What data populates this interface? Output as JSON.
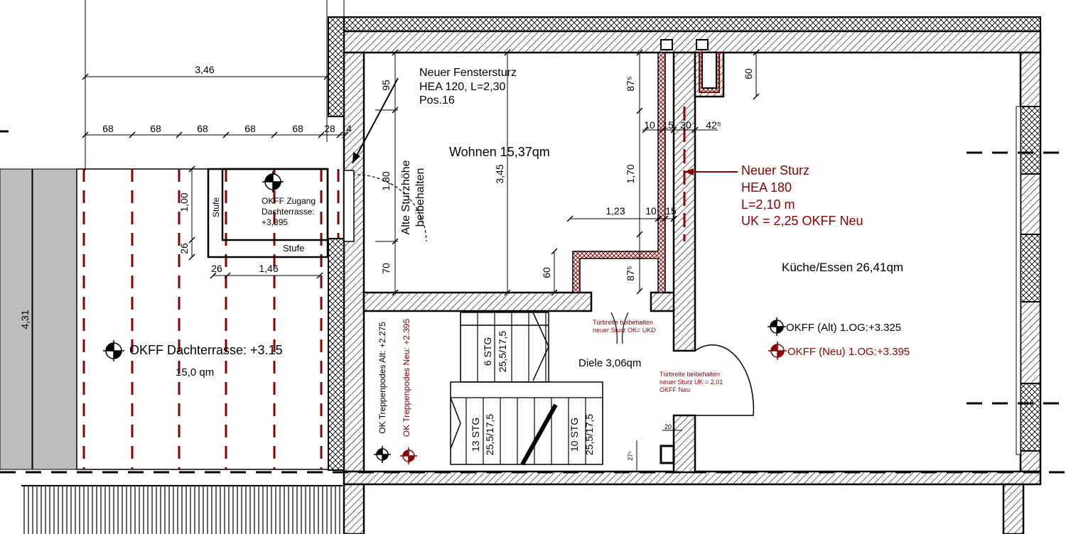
{
  "dimensions": {
    "top_width": "3,46",
    "bays": [
      "68",
      "68",
      "68",
      "68",
      "68",
      "28",
      "4"
    ],
    "terrace_depth": "4,31",
    "window_95": "95",
    "window_180": "1,80",
    "window_70": "70",
    "room_345": "3,45",
    "step_100": "1,00",
    "step_26_v": "26",
    "step_26_h": "26",
    "step_146": "1,46",
    "wall_87_top": "87⁵",
    "wall_87_bottom": "87⁵",
    "d_170": "1,70",
    "d_10a": "10",
    "d_15a": "15",
    "d_30": "30",
    "d_42": "42⁵",
    "d_60_top": "60",
    "d_123": "1,23",
    "d_10b": "10",
    "d_15b": "15",
    "d_60_mid": "60",
    "d_20": "20",
    "d_27": "27⁵"
  },
  "labels": {
    "fenstersturz_1": "Neuer Fenstersturz",
    "fenstersturz_2": "HEA 120, L=2,30",
    "fenstersturz_3": "Pos.16",
    "wohnen": "Wohnen 15,37qm",
    "alte_sturz_1": "Alte Sturzhöhe",
    "alte_sturz_2": "beibehalten",
    "sturz_1": "Neuer Sturz",
    "sturz_2": "HEA 180",
    "sturz_3": "L=2,10 m",
    "sturz_4": "UK = 2,25 OKFF Neu",
    "kueche": "Küche/Essen 26,41qm",
    "okff_alt": "OKFF (Alt) 1.OG:+3.325",
    "okff_neu": "OKFF (Neu) 1.OG:+3.395",
    "diele": "Diele 3,06qm",
    "tuer1_1": "Türbreite beibehalten",
    "tuer1_2": "neuer Sturz OK= UKD",
    "tuer2_1": "Türbreite beibehalten",
    "tuer2_2": "neuer Sturz UK = 2,01",
    "tuer2_3": "OKFF Neu",
    "zugang_1": "OKFF Zugang",
    "zugang_2": "Dachterrasse:",
    "zugang_3": "+3,395",
    "stufe_1": "Stufe",
    "stufe_2": "Stufe",
    "terrasse_1": "OKFF Dachterrasse: +3.15",
    "terrasse_2": "15,0 qm",
    "treppe_alt": "OK Treppenpodes Alt: +2.275",
    "treppe_neu": "OK Treppenpodes Neu: +2.395",
    "stg6_1": "6 STG",
    "stg6_2": "25,5/17,5",
    "stg13_1": "13 STG",
    "stg13_2": "25,5/17,5",
    "stg10_1": "10 STG",
    "stg10_2": "25,5/17,5"
  },
  "colors": {
    "ink": "#000000",
    "accent_red": "#8b0000",
    "terrace_grey": "#bdbdbd"
  }
}
